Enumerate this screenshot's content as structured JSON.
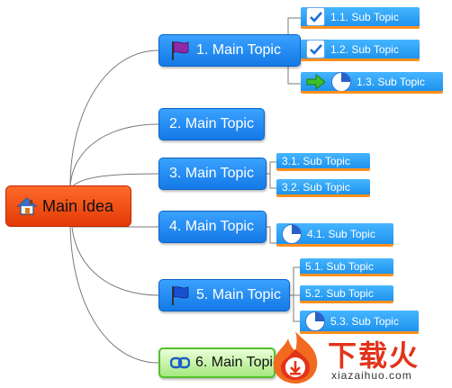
{
  "mind_map": {
    "main_idea": "Main Idea",
    "topics": [
      {
        "label": "1. Main Topic",
        "icon": "purple-flag-icon",
        "subtopics": [
          {
            "label": "1.1. Sub Topic",
            "icon": "checkbox-checked-icon"
          },
          {
            "label": "1.2. Sub Topic",
            "icon": "checkbox-checked-icon"
          },
          {
            "label": "1.3. Sub Topic",
            "icons": [
              "green-arrow-icon",
              "progress-pie-icon"
            ]
          }
        ]
      },
      {
        "label": "2. Main Topic"
      },
      {
        "label": "3. Main Topic",
        "subtopics": [
          {
            "label": "3.1. Sub Topic"
          },
          {
            "label": "3.2. Sub Topic"
          }
        ]
      },
      {
        "label": "4. Main Topic",
        "subtopics": [
          {
            "label": "4.1. Sub Topic",
            "icon": "progress-pie-icon"
          }
        ]
      },
      {
        "label": "5. Main Topic",
        "icon": "blue-flag-icon",
        "subtopics": [
          {
            "label": "5.1. Sub Topic"
          },
          {
            "label": "5.2. Sub Topic"
          },
          {
            "label": "5.3. Sub Topic",
            "icon": "progress-pie-icon"
          }
        ]
      },
      {
        "label": "6. Main Topic",
        "icon": "link-icon"
      }
    ]
  },
  "watermark": {
    "text": "下载火",
    "url": "xiazaihuo.com"
  },
  "colors": {
    "main_idea": "#ff5a1a",
    "topic": "#1e8cf0",
    "subtopic": "#2ea6f8",
    "subtopic_underline": "#ff8f1e",
    "topic_6_fill": "#bff0a0",
    "connector": "#7a7a7a",
    "watermark": "#e2341b"
  }
}
